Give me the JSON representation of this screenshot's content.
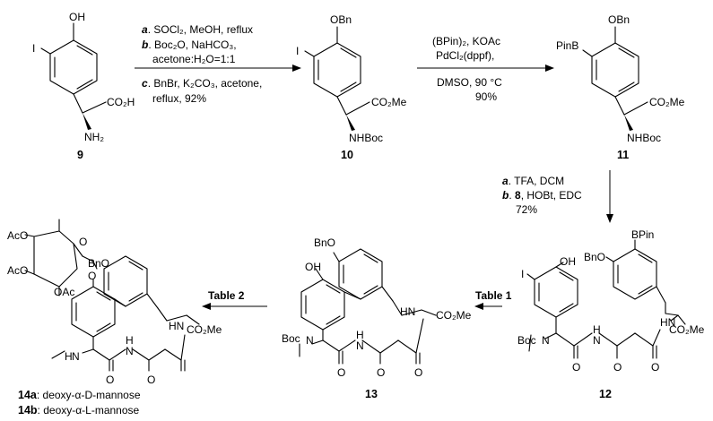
{
  "compounds": {
    "c9": {
      "number": "9",
      "groups": {
        "oh": "OH",
        "i": "I",
        "co2h": "CO₂H",
        "nh2": "NH₂"
      }
    },
    "c10": {
      "number": "10",
      "groups": {
        "obn": "OBn",
        "i": "I",
        "co2me": "CO₂Me",
        "nhboc": "NHBoc"
      }
    },
    "c11": {
      "number": "11",
      "groups": {
        "obn": "OBn",
        "pinb": "PinB",
        "co2me": "CO₂Me",
        "nhboc": "NHBoc"
      }
    },
    "c12": {
      "number": "12",
      "groups": {
        "bpin": "BPin",
        "bno": "BnO",
        "oh": "OH",
        "i": "I",
        "boc": "Boc",
        "n": "N",
        "o1": "O",
        "nh1": "H",
        "n1": "N",
        "o2": "O",
        "hn": "HN",
        "o3": "O",
        "co2me": "CO₂Me"
      }
    },
    "c13": {
      "number": "13",
      "groups": {
        "bno": "BnO",
        "oh": "OH",
        "boc": "Boc",
        "n": "N",
        "o1": "O",
        "nh1": "H",
        "n1": "N",
        "o2": "O",
        "hn": "HN",
        "o3": "O",
        "co2me": "CO₂Me"
      }
    },
    "c14": {
      "number_a": "14a",
      "desc_a": ": deoxy-α-D-mannose",
      "number_b": "14b",
      "desc_b": ": deoxy-α-L-mannose",
      "groups": {
        "aco1": "AcO",
        "o_ring": "O",
        "aco2": "AcO",
        "bno": "BnO",
        "oac": "OAc",
        "o_link": "O",
        "h": "H",
        "n": "N",
        "nh1": "H",
        "n1": "N",
        "o1": "O",
        "hn": "HN",
        "o2": "O",
        "co2me": "CO₂Me"
      }
    }
  },
  "steps": {
    "s1": {
      "a_letter": "a",
      "a_text": ". SOCl₂, MeOH, reflux",
      "b_letter": "b",
      "b_text": ". Boc₂O, NaHCO₃,",
      "b_text2": "acetone:H₂O=1:1",
      "c_letter": "c",
      "c_text": ". BnBr, K₂CO₃, acetone,",
      "c_text2": "reflux, 92%"
    },
    "s2": {
      "line1": "(BPin)₂, KOAc",
      "line2": "PdCl₂(dppf),",
      "line3": "DMSO, 90 °C",
      "line4": "90%"
    },
    "s3": {
      "a_letter": "a",
      "a_text": ". TFA, DCM",
      "b_letter": "b",
      "b_text_pre": ". ",
      "b_bold": "8",
      "b_text": ", HOBt, EDC",
      "line3": "72%"
    },
    "s4": {
      "label": "Table 1"
    },
    "s5": {
      "label": "Table 2"
    }
  }
}
